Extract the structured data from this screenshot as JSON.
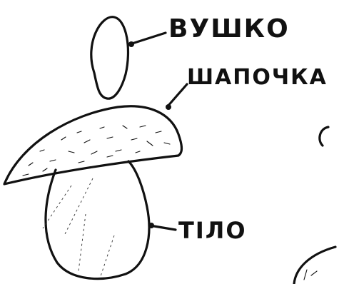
{
  "labels": {
    "stem_top": "ВУШКО",
    "cap": "ШАПОЧКА",
    "body": "ТІЛО"
  },
  "colors": {
    "ink": "#111111",
    "paper": "#ffffff"
  }
}
